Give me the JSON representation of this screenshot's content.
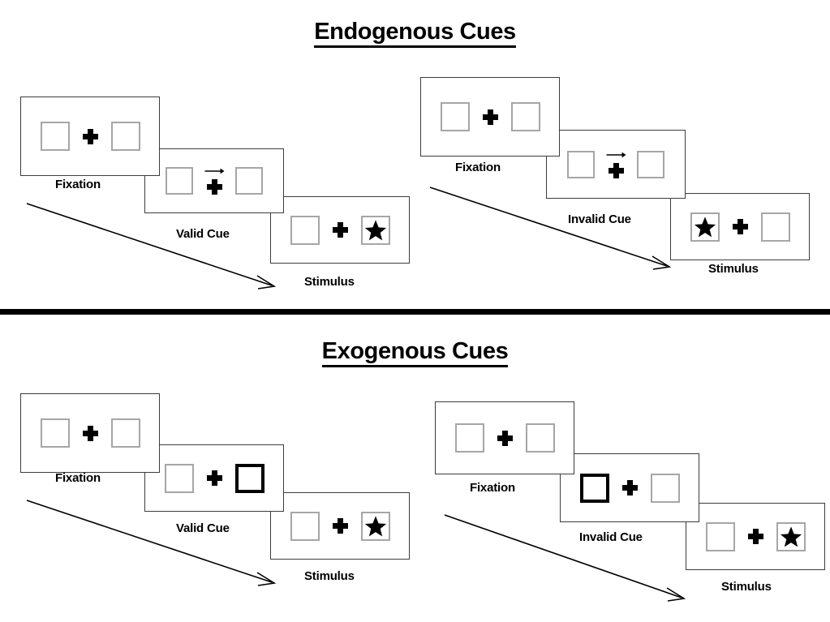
{
  "figure": {
    "background_color": "#ffffff",
    "ink_color": "#000000",
    "box_border_color": "#a6a6a6",
    "frame_border_color": "#3c3c3c"
  },
  "sections": [
    {
      "id": "endogenous",
      "title": "Endogenous Cues",
      "sequences": [
        {
          "id": "endogenous-valid",
          "panels": [
            {
              "caption": "Fixation",
              "left_box": {
                "state": "normal",
                "content": "empty"
              },
              "center": {
                "type": "plus",
                "arrow": "none"
              },
              "right_box": {
                "state": "normal",
                "content": "empty"
              }
            },
            {
              "caption": "Valid Cue",
              "left_box": {
                "state": "normal",
                "content": "empty"
              },
              "center": {
                "type": "plus",
                "arrow": "right-arrow-icon"
              },
              "right_box": {
                "state": "normal",
                "content": "empty"
              }
            },
            {
              "caption": "Stimulus",
              "left_box": {
                "state": "normal",
                "content": "empty"
              },
              "center": {
                "type": "plus",
                "arrow": "none"
              },
              "right_box": {
                "state": "normal",
                "content": "star-icon"
              }
            }
          ]
        },
        {
          "id": "endogenous-invalid",
          "panels": [
            {
              "caption": "Fixation",
              "left_box": {
                "state": "normal",
                "content": "empty"
              },
              "center": {
                "type": "plus",
                "arrow": "none"
              },
              "right_box": {
                "state": "normal",
                "content": "empty"
              }
            },
            {
              "caption": "Invalid Cue",
              "left_box": {
                "state": "normal",
                "content": "empty"
              },
              "center": {
                "type": "plus",
                "arrow": "right-arrow-icon"
              },
              "right_box": {
                "state": "normal",
                "content": "empty"
              }
            },
            {
              "caption": "Stimulus",
              "left_box": {
                "state": "normal",
                "content": "star-icon"
              },
              "center": {
                "type": "plus",
                "arrow": "none"
              },
              "right_box": {
                "state": "normal",
                "content": "empty"
              }
            }
          ]
        }
      ]
    },
    {
      "id": "exogenous",
      "title": "Exogenous Cues",
      "sequences": [
        {
          "id": "exogenous-valid",
          "panels": [
            {
              "caption": "Fixation",
              "left_box": {
                "state": "normal",
                "content": "empty"
              },
              "center": {
                "type": "plus",
                "arrow": "none"
              },
              "right_box": {
                "state": "normal",
                "content": "empty"
              }
            },
            {
              "caption": "Valid Cue",
              "left_box": {
                "state": "normal",
                "content": "empty"
              },
              "center": {
                "type": "plus",
                "arrow": "none"
              },
              "right_box": {
                "state": "cued",
                "content": "empty"
              }
            },
            {
              "caption": "Stimulus",
              "left_box": {
                "state": "normal",
                "content": "empty"
              },
              "center": {
                "type": "plus",
                "arrow": "none"
              },
              "right_box": {
                "state": "normal",
                "content": "star-icon"
              }
            }
          ]
        },
        {
          "id": "exogenous-invalid",
          "panels": [
            {
              "caption": "Fixation",
              "left_box": {
                "state": "normal",
                "content": "empty"
              },
              "center": {
                "type": "plus",
                "arrow": "none"
              },
              "right_box": {
                "state": "normal",
                "content": "empty"
              }
            },
            {
              "caption": "Invalid Cue",
              "left_box": {
                "state": "cued",
                "content": "empty"
              },
              "center": {
                "type": "plus",
                "arrow": "none"
              },
              "right_box": {
                "state": "normal",
                "content": "empty"
              }
            },
            {
              "caption": "Stimulus",
              "left_box": {
                "state": "normal",
                "content": "empty"
              },
              "center": {
                "type": "plus",
                "arrow": "none"
              },
              "right_box": {
                "state": "normal",
                "content": "star-icon"
              }
            }
          ]
        }
      ]
    }
  ],
  "labels": {
    "endogenous_title": "Endogenous Cues",
    "exogenous_title": "Exogenous Cues",
    "fixation": "Fixation",
    "valid_cue": "Valid Cue",
    "invalid_cue": "Invalid Cue",
    "stimulus": "Stimulus"
  }
}
